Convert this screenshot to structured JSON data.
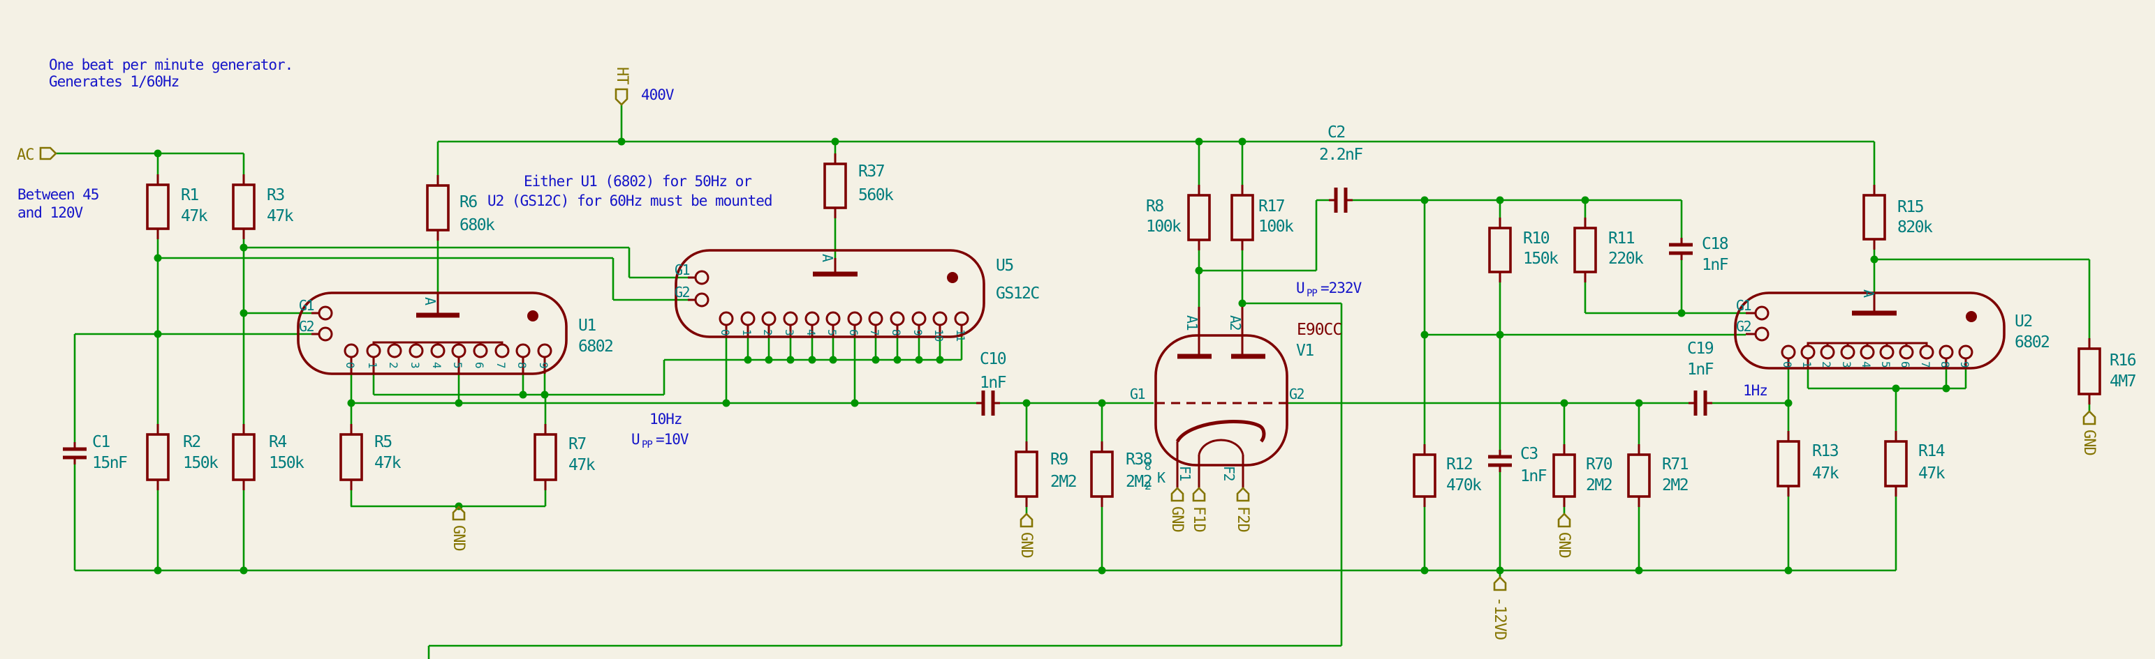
{
  "notes": {
    "title1": "One beat per minute generator.",
    "title2": "Generates 1/60Hz",
    "between1": "Between 45",
    "between2": "and 120V",
    "mount1": "Either U1 (6802) for 50Hz or",
    "mount2": "U2 (GS12C) for 60Hz must be mounted",
    "v400": "400V",
    "hz10": "10Hz",
    "hz1": "1Hz",
    "u": "U",
    "pp": "PP",
    "eq10": "=10V",
    "eq232": "=232V"
  },
  "power": {
    "ac": "AC",
    "ht": "HT",
    "gnd": "GND",
    "f1d": "F1D",
    "f2d": "F2D",
    "neg12": "-12VD"
  },
  "resistors": {
    "r1": {
      "ref": "R1",
      "value": "47k"
    },
    "r2": {
      "ref": "R2",
      "value": "150k"
    },
    "r3": {
      "ref": "R3",
      "value": "47k"
    },
    "r4": {
      "ref": "R4",
      "value": "150k"
    },
    "r5": {
      "ref": "R5",
      "value": "47k"
    },
    "r6": {
      "ref": "R6",
      "value": "680k"
    },
    "r7": {
      "ref": "R7",
      "value": "47k"
    },
    "r8": {
      "ref": "R8",
      "value": "100k"
    },
    "r9": {
      "ref": "R9",
      "value": "2M2"
    },
    "r10": {
      "ref": "R10",
      "value": "150k"
    },
    "r11": {
      "ref": "R11",
      "value": "220k"
    },
    "r12": {
      "ref": "R12",
      "value": "470k"
    },
    "r13": {
      "ref": "R13",
      "value": "47k"
    },
    "r14": {
      "ref": "R14",
      "value": "47k"
    },
    "r15": {
      "ref": "R15",
      "value": "820k"
    },
    "r16": {
      "ref": "R16",
      "value": "4M7"
    },
    "r17": {
      "ref": "R17",
      "value": "100k"
    },
    "r37": {
      "ref": "R37",
      "value": "560k"
    },
    "r38": {
      "ref": "R38",
      "value": "2M2"
    },
    "r70": {
      "ref": "R70",
      "value": "2M2"
    },
    "r71": {
      "ref": "R71",
      "value": "2M2"
    }
  },
  "capacitors": {
    "c1": {
      "ref": "C1",
      "value": "15nF"
    },
    "c2": {
      "ref": "C2",
      "value": "2.2nF"
    },
    "c3": {
      "ref": "C3",
      "value": "1nF"
    },
    "c10": {
      "ref": "C10",
      "value": "1nF"
    },
    "c18": {
      "ref": "C18",
      "value": "1nF"
    },
    "c19": {
      "ref": "C19",
      "value": "1nF"
    }
  },
  "tubes": {
    "u1": {
      "ref": "U1",
      "value": "6802",
      "a": "A",
      "g1": "G1",
      "g2": "G2",
      "pins": [
        "0",
        "1",
        "2",
        "3",
        "4",
        "5",
        "6",
        "7",
        "8",
        "9"
      ]
    },
    "u5": {
      "ref": "U5",
      "value": "GS12C",
      "a": "A",
      "g1": "G1",
      "g2": "G2",
      "pins": [
        "0",
        "1",
        "2",
        "3",
        "4",
        "5",
        "6",
        "7",
        "8",
        "9",
        "10",
        "11"
      ]
    },
    "u2": {
      "ref": "U2",
      "value": "6802",
      "a": "A",
      "g1": "G1",
      "g2": "G2",
      "pins": [
        "0",
        "1",
        "2",
        "3",
        "4",
        "5",
        "6",
        "7",
        "8",
        "9"
      ]
    },
    "v1": {
      "ref": "V1",
      "value": "E90CC",
      "a1": "A1",
      "a2": "A2",
      "g1": "G1",
      "g2": "G2",
      "k": "K",
      "f1": "F1",
      "f2": "F2",
      "p8": "8",
      "p2": "2"
    }
  }
}
